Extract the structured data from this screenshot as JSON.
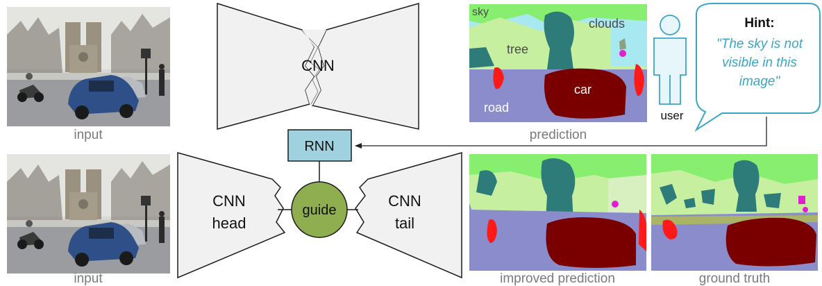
{
  "captions": {
    "input_top": "input",
    "input_bottom": "input",
    "prediction": "prediction",
    "improved_prediction": "improved prediction",
    "ground_truth": "ground truth",
    "user": "user"
  },
  "blocks": {
    "cnn": "CNN",
    "cnn_head_line1": "CNN",
    "cnn_head_line2": "head",
    "cnn_tail_line1": "CNN",
    "cnn_tail_line2": "tail",
    "rnn": "RNN",
    "guide": "guide"
  },
  "segment_labels": {
    "sky": "sky",
    "clouds": "clouds",
    "tree": "tree",
    "road": "road",
    "car": "car"
  },
  "hint": {
    "title": "Hint:",
    "line1": "\"The sky is not",
    "line2": "visible in this",
    "line3": "image\""
  },
  "colors": {
    "rnn_fill": "#9fd1de",
    "guide_fill": "#8fae50",
    "hint_text": "#3aa6c4",
    "sky": "#a8e8f0",
    "tree_light": "#c8f0a0",
    "tree_bright": "#88f070",
    "tree_dark": "#2f7d7a",
    "road": "#8c8cc8",
    "car": "#7a0000",
    "person": "#ff1a1a"
  }
}
